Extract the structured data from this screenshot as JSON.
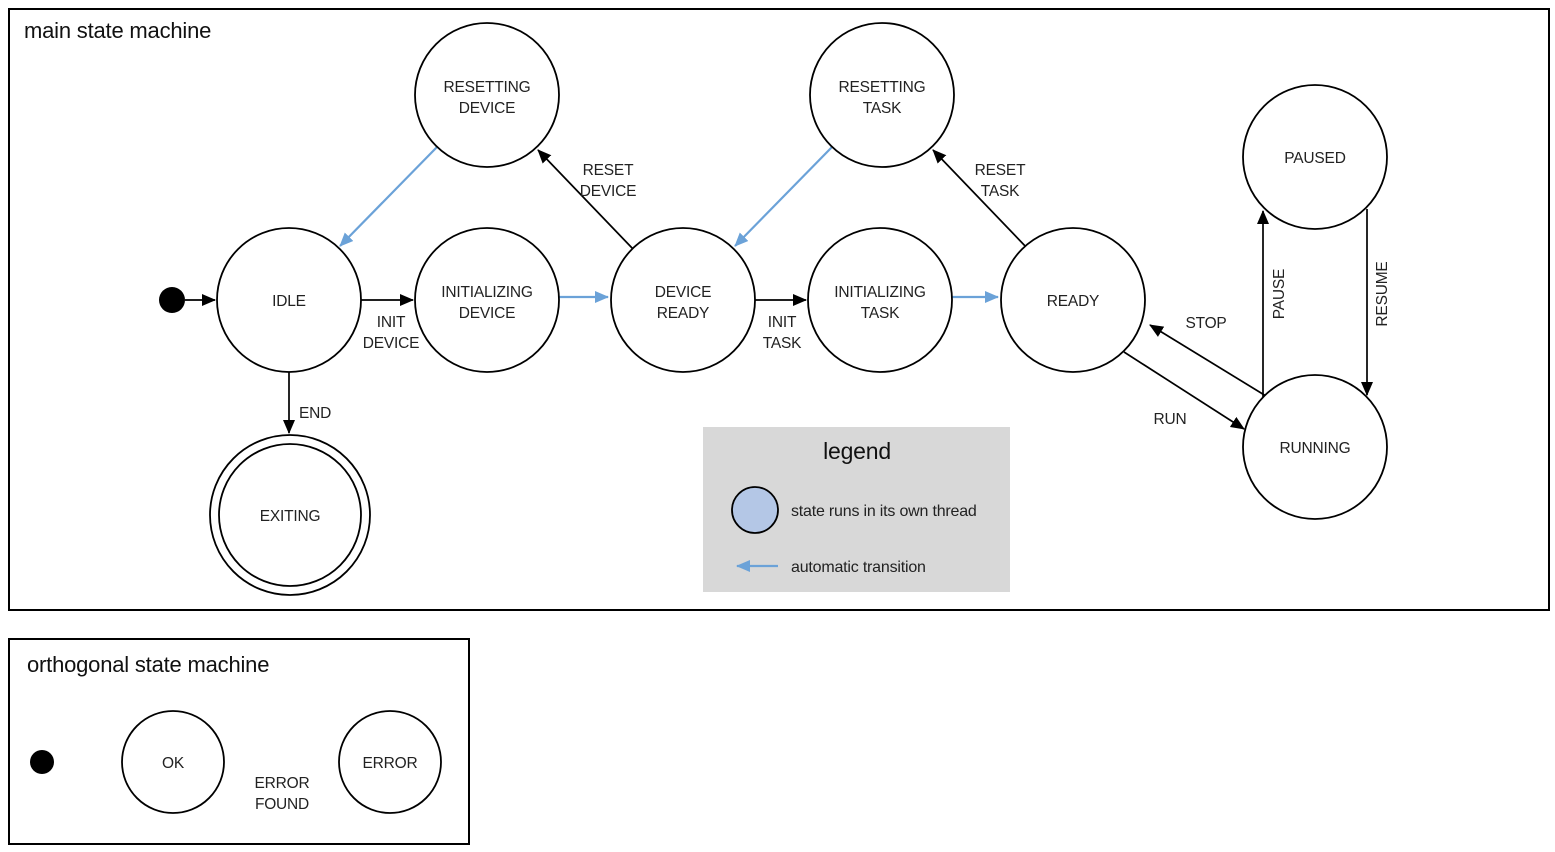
{
  "main": {
    "title": "main state machine",
    "states": {
      "idle": "IDLE",
      "resetting_device": {
        "l1": "RESETTING",
        "l2": "DEVICE"
      },
      "initializing_device": {
        "l1": "INITIALIZING",
        "l2": "DEVICE"
      },
      "device_ready": {
        "l1": "DEVICE",
        "l2": "READY"
      },
      "resetting_task": {
        "l1": "RESETTING",
        "l2": "TASK"
      },
      "initializing_task": {
        "l1": "INITIALIZING",
        "l2": "TASK"
      },
      "ready": "READY",
      "paused": "PAUSED",
      "running": "RUNNING",
      "exiting": "EXITING"
    },
    "transitions": {
      "init_device": {
        "l1": "INIT",
        "l2": "DEVICE"
      },
      "reset_device": {
        "l1": "RESET",
        "l2": "DEVICE"
      },
      "init_task": {
        "l1": "INIT",
        "l2": "TASK"
      },
      "reset_task": {
        "l1": "RESET",
        "l2": "TASK"
      },
      "end": "END",
      "stop": "STOP",
      "run": "RUN",
      "pause": "PAUSE",
      "resume": "RESUME"
    }
  },
  "legend": {
    "title": "legend",
    "thread_label": "state runs in its own thread",
    "auto_label": "automatic transition"
  },
  "orthogonal": {
    "title": "orthogonal state machine",
    "states": {
      "ok": "OK",
      "error": "ERROR"
    },
    "transitions": {
      "error_found": {
        "l1": "ERROR",
        "l2": "FOUND"
      }
    }
  },
  "colors": {
    "thread_fill": "#b4c7e6",
    "auto_arrow": "#6ba2d8",
    "line": "#000000",
    "legend_bg": "#d8d8d8"
  }
}
